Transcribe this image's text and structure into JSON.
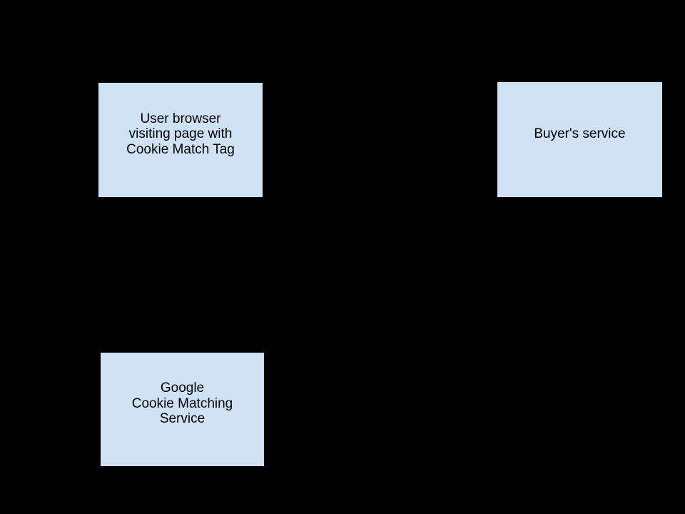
{
  "canvas": {
    "background_color": "#000000"
  },
  "diagram": {
    "type": "flow-diagram",
    "nodes": [
      {
        "id": "user-browser",
        "label": "User browser\nvisiting page with\nCookie Match Tag",
        "fill": "#cfe2f3",
        "border_color": "#000000",
        "text_color": "#000000"
      },
      {
        "id": "buyers-service",
        "label": "Buyer's service",
        "fill": "#cfe2f3",
        "border_color": "#000000",
        "text_color": "#000000"
      },
      {
        "id": "google-cookie-matching-service",
        "label": "Google\nCookie Matching\nService",
        "fill": "#cfe2f3",
        "border_color": "#000000",
        "text_color": "#000000"
      }
    ]
  }
}
